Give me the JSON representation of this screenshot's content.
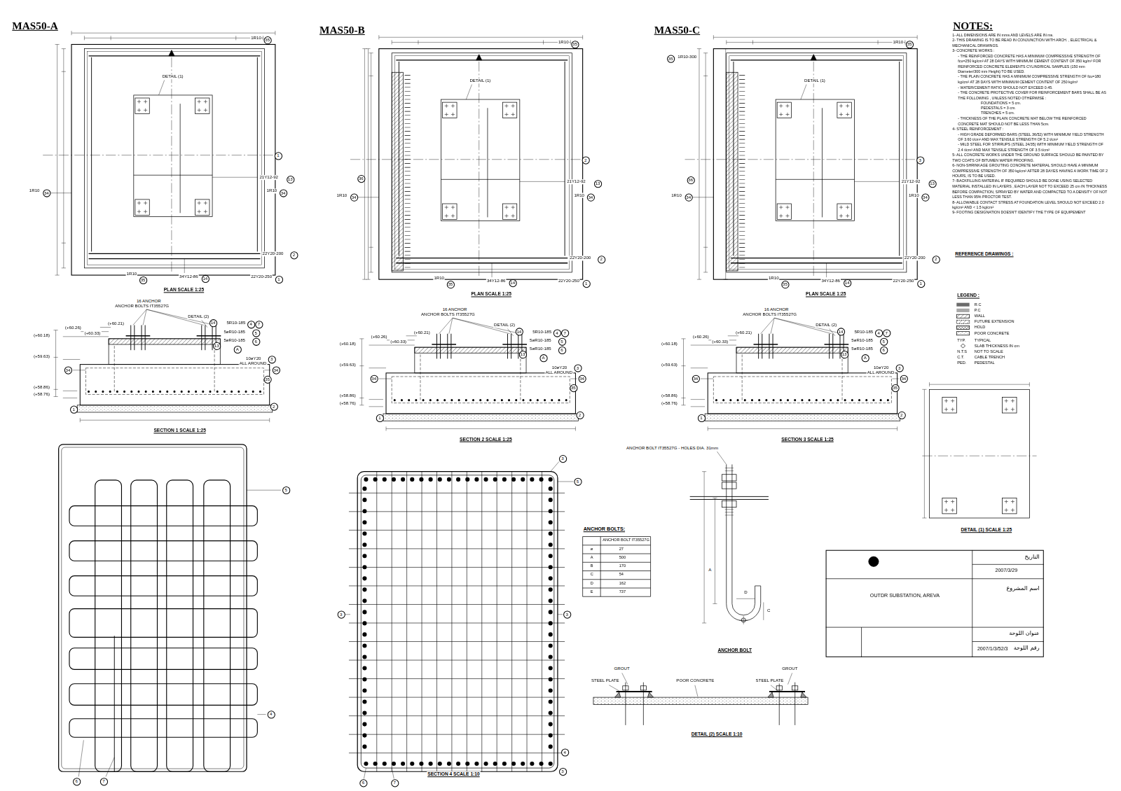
{
  "diagram": {
    "nodes": [
      {
        "text": [
          "التاريخ",
          "2007/3/29",
          "اسم المشروع",
          "OUTDR SUBSTATION, AREVA",
          "عنوان اللوحة",
          "رقم اللوحة",
          "2007/1/3/52/3"
        ]
      }
    ],
    "labels": [
      "MAS50-A",
      "1R10",
      "35",
      "DETAIL (1)",
      "1",
      "21Y12-92",
      "13",
      "1R10",
      "34",
      "1R10",
      "34",
      "22Y20-200",
      "2",
      "1R10",
      "35",
      "34Y12-86",
      "14",
      "22Y20-250",
      "1",
      "PLAN SCALE 1:25",
      "MAS50-B",
      "1R10",
      "35",
      "DETAIL (1)",
      "2",
      "21Y12-92",
      "13",
      "1R10",
      "34",
      "1R10",
      "34",
      "22Y20-200",
      "2",
      "1R10",
      "35",
      "34Y12-86",
      "14",
      "22Y20-250",
      "1",
      "PLAN SCALE 1:25",
      "MAS50-C",
      "1R10",
      "35",
      "DETAIL (1)",
      "3",
      "21Y12-92",
      "13",
      "1R10",
      "34",
      "1R10",
      "34",
      "22Y20-200",
      "2",
      "1R10",
      "35",
      "34Y12-86",
      "14",
      "22Y20-250",
      "1",
      "PLAN SCALE 1:25",
      "36",
      "36",
      "1R10-300",
      "35",
      "16 ANCHOR",
      "ANCHOR BOLTS IT35527G",
      "DETAIL (2)",
      "14",
      "(+60.21)",
      "(+60.26)",
      "(+60.33)",
      "(+60.18)",
      "5R10-185",
      "4",
      "7",
      "5øR10-185",
      "5",
      "5øR10-185",
      "6",
      "13",
      "A",
      "10øY20",
      "ALL AROUND",
      "3",
      "(+59.63)",
      "34",
      "34",
      "35",
      "(+58.86)",
      "(+58.76)",
      "1",
      "2",
      "SECTION 1 SCALE 1:25",
      "16 ANCHOR",
      "ANCHOR BOLTS IT35527G",
      "DETAIL (2)",
      "14",
      "(+60.21)",
      "(+60.26)",
      "(+60.33)",
      "(+60.18)",
      "5R10-185",
      "4",
      "7",
      "5øR10-185",
      "5",
      "5øR10-185",
      "6",
      "13",
      "A",
      "10øY20",
      "ALL AROUND",
      "3",
      "(+59.63)",
      "34",
      "34",
      "35",
      "(+58.86)",
      "(+58.76)",
      "1",
      "2",
      "SECTION 2 SCALE 1:25",
      "16 ANCHOR",
      "ANCHOR BOLTS IT35527G",
      "DETAIL (2)",
      "14",
      "(+60.21)",
      "(+60.26)",
      "(+60.33)",
      "(+60.18)",
      "5R10-185",
      "4",
      "7",
      "5øR10-185",
      "5",
      "5øR10-185",
      "6",
      "13",
      "A",
      "10øY20",
      "ALL AROUND",
      "3",
      "(+59.63)",
      "34",
      "34",
      "35",
      "(+58.86)",
      "(+58.76)",
      "1",
      "2",
      "SECTION 3 SCALE 1:25",
      "5",
      "4",
      "6",
      "7",
      "3",
      "5",
      "3",
      "3",
      "4",
      "3",
      "6",
      "7",
      "SECTION 4 SCALE 1:10",
      "ANCHOR BOLTS:",
      "ANCHOR BOLT IT35527G",
      "ø",
      "27",
      "A",
      "500",
      "B",
      "170",
      "C",
      "54",
      "D",
      "162",
      "E",
      "737",
      "ANCHOR BOLT IT35527G - HOLES DIA. 31mm",
      "A",
      "D",
      "C",
      "ANCHOR BOLT",
      "GROUT",
      "STEEL PLATE",
      "POOR CONCRETE",
      "STEEL PLATE",
      "GROUT",
      "DETAIL (2) SCALE 1:10",
      "DETAIL (1) SCALE 1:25",
      "NOTES:",
      "1- ALL DIMENSIONS ARE IN mms AND LEVELS ARE IN ms.",
      "2- THIS DRAWING IS TO BE READ IN CONJUNCTION WITH ARCH. , ELECTRICAL & MECHANICAL DRAWINGS.",
      "3- CONCRETE WORKS :",
      "- THE REINFORCED CONCRETE HAS A MINIMUM COMPRESSIVE STRENGTH OF fcu=250 kg/cm² AT 28 DAYS WITH MINIMUM CEMENT CONTENT OF 350 kg/m³ FOR REINFORCED CONCRETE ELEMENTS CYLINDRICAL SAMPLES (150 mm Diameter/300 mm Height) TO BE USED.",
      "- THE PLAIN CONCRETE HAS A MINIMUM COMPRESSIVE STRENGTH OF fcu=180 kg/cm² AT 28 DAYS WITH MINIMUM CEMENT CONTENT OF 250 kg/m³",
      "- WATER/CEMENT RATIO SHOULD NOT EXCEED 0.45.",
      "- THE CONCRETE PROTECTIVE COVER FOR REINFORCEMENT BARS SHALL BE AS THE FOLLOWING , UNLESS NOTED OTHERWISE :",
      "FOUNDATIONS = 5 cm.",
      "PEDESTALS = 3 cm.",
      "TRENCHES = 5 cm.",
      "- THICKNESS OF THE PLAIN CONCRETE MAT BELOW THE REINFORCED CONCRETE MAT SHOULD NOT BE LESS THAN 5cm.",
      "4- STEEL REINFORCEMENT :",
      "- HIGH GRADE DEFORMED BARS (STEEL 36/52) WITH MINIMUM YIELD STRENGTH OF 3.60 t/cm² AND MAX TENSILE STRENGTH OF 5.2 t/cm²",
      "- MILD STEEL FOR STIRRUPS (STEEL 24/35) WITH MINIMUM YIELD STRENGTH OF 2.4 t/cm² AND MAX TENSILE STRENGTH OF 3.5 t/cm²",
      "5- ALL CONCRETE WORKS UNDER THE GROUND SURFACE SHOULD BE PAINTED BY TWO COATS OF BITUMEN WATER PROOFING.",
      "6- NON-SHRINKAGE GROUTING CONCRETE MATERIAL SHOULD HAVE A MINIMUM COMPRESSIVE STRENGTH OF 350 kg/cm² AFTER 28 DAYES HAVING A WORK TIME OF 2 HOURS, IS TO BE USED.",
      "7- BACKFILLING MATERIAL IF REQUIRED SHOULD BE DONE USING SELECTED MATERIAL INSTALLED IN LAYERS , EACH LAYER NOT TO EXCEED 25 cm IN THICKNESS BEFORE COMPACTION, SPRAYED BY WATER AND COMPACTED TO A DENSITY OF NOT LESS THAN 95% PROCTOR TEST.",
      "8- ALLOWABLE CONTACT STRESS AT FOUNDATION LEVEL SHOULD NOT EXCEED 2.0 kg/cm² AND < 1.5 kg/cm²",
      "9- FOOTING DESIGNATION DOESN'T IDENTIFY THE TYPE OF EQUIPEMENT",
      "REFERENCE DRAWINGS :",
      "LEGEND :",
      "TYP.",
      "TYPICAL",
      "N.T.S",
      "NOT TO SCALE",
      "C.T.",
      "CABLE TRENCH",
      "PED.",
      "PEDESTAL"
    ],
    "legend": [
      {
        "text": "R.C",
        "color": "#6b6b6b"
      },
      {
        "text": "P.C",
        "color": "#a8a8a8"
      },
      {
        "text": "WALL"
      },
      {
        "text": "FUTURE EXTENSION"
      },
      {
        "text": "HOLD"
      },
      {
        "text": "POOR CONCRETE"
      },
      {
        "text": "SLAB THICKNESS IN cm"
      }
    ]
  }
}
